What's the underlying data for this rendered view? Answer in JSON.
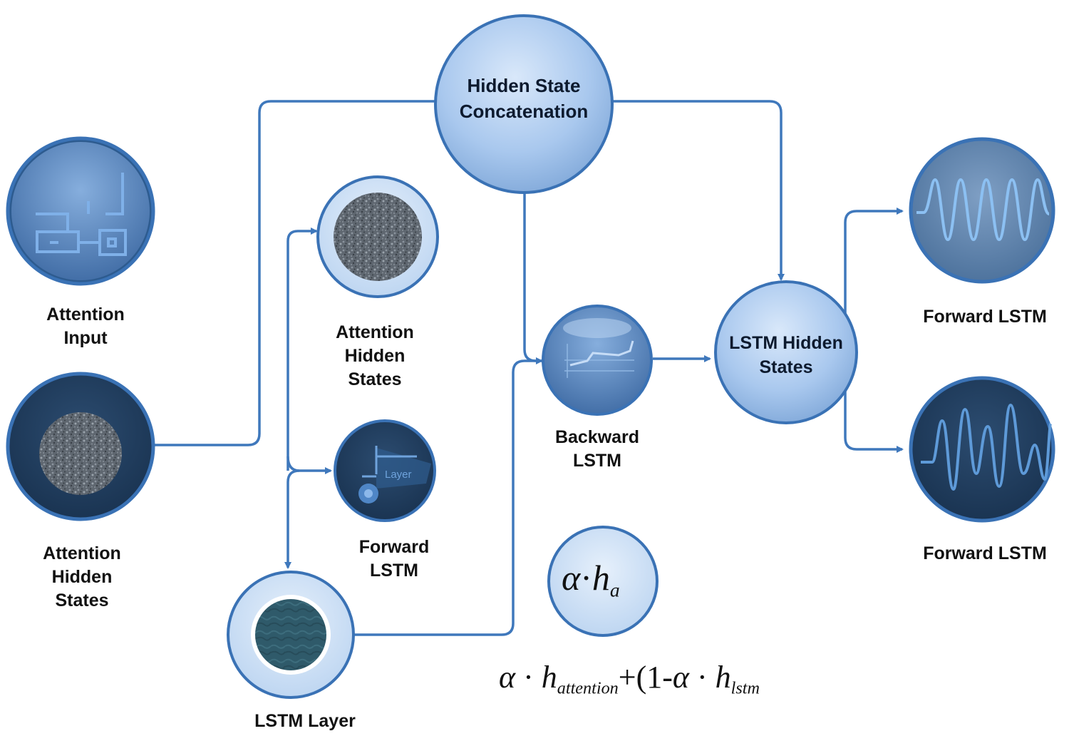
{
  "colors": {
    "line": "#3f78bc",
    "node_light": "#a9c8ee",
    "node_dark": "#203a58",
    "ring": "#3a72b5"
  },
  "nodes": {
    "hidden_state_concat": {
      "title": "Hidden State\nConcatenation"
    },
    "lstm_hidden_states": {
      "title": "LSTM Hidden\nStates"
    },
    "forward_lstm_small_icon_text": "Layer"
  },
  "labels": {
    "attention_input": "Attention\nInput",
    "attention_hidden_states_left": "Attention\nHidden\nStates",
    "attention_hidden_states_mid": "Attention\nHidden\nStates",
    "forward_lstm_mid": "Forward\nLSTM",
    "lstm_layer": "LSTM Layer",
    "backward_lstm": "Backward\nLSTM",
    "forward_lstm_top_right": "Forward LSTM",
    "forward_lstm_bottom_right": "Forward LSTM"
  },
  "formulas": {
    "small": {
      "alpha": "α",
      "dot": "·",
      "h": "h",
      "sub": "a"
    },
    "main": {
      "alpha": "α",
      "dot": " · ",
      "h": "h",
      "sub1": "attention",
      "plus": "+(1-",
      "alpha2": "α",
      "dot2": " · ",
      "h2": "h",
      "sub2": "lstm"
    }
  }
}
